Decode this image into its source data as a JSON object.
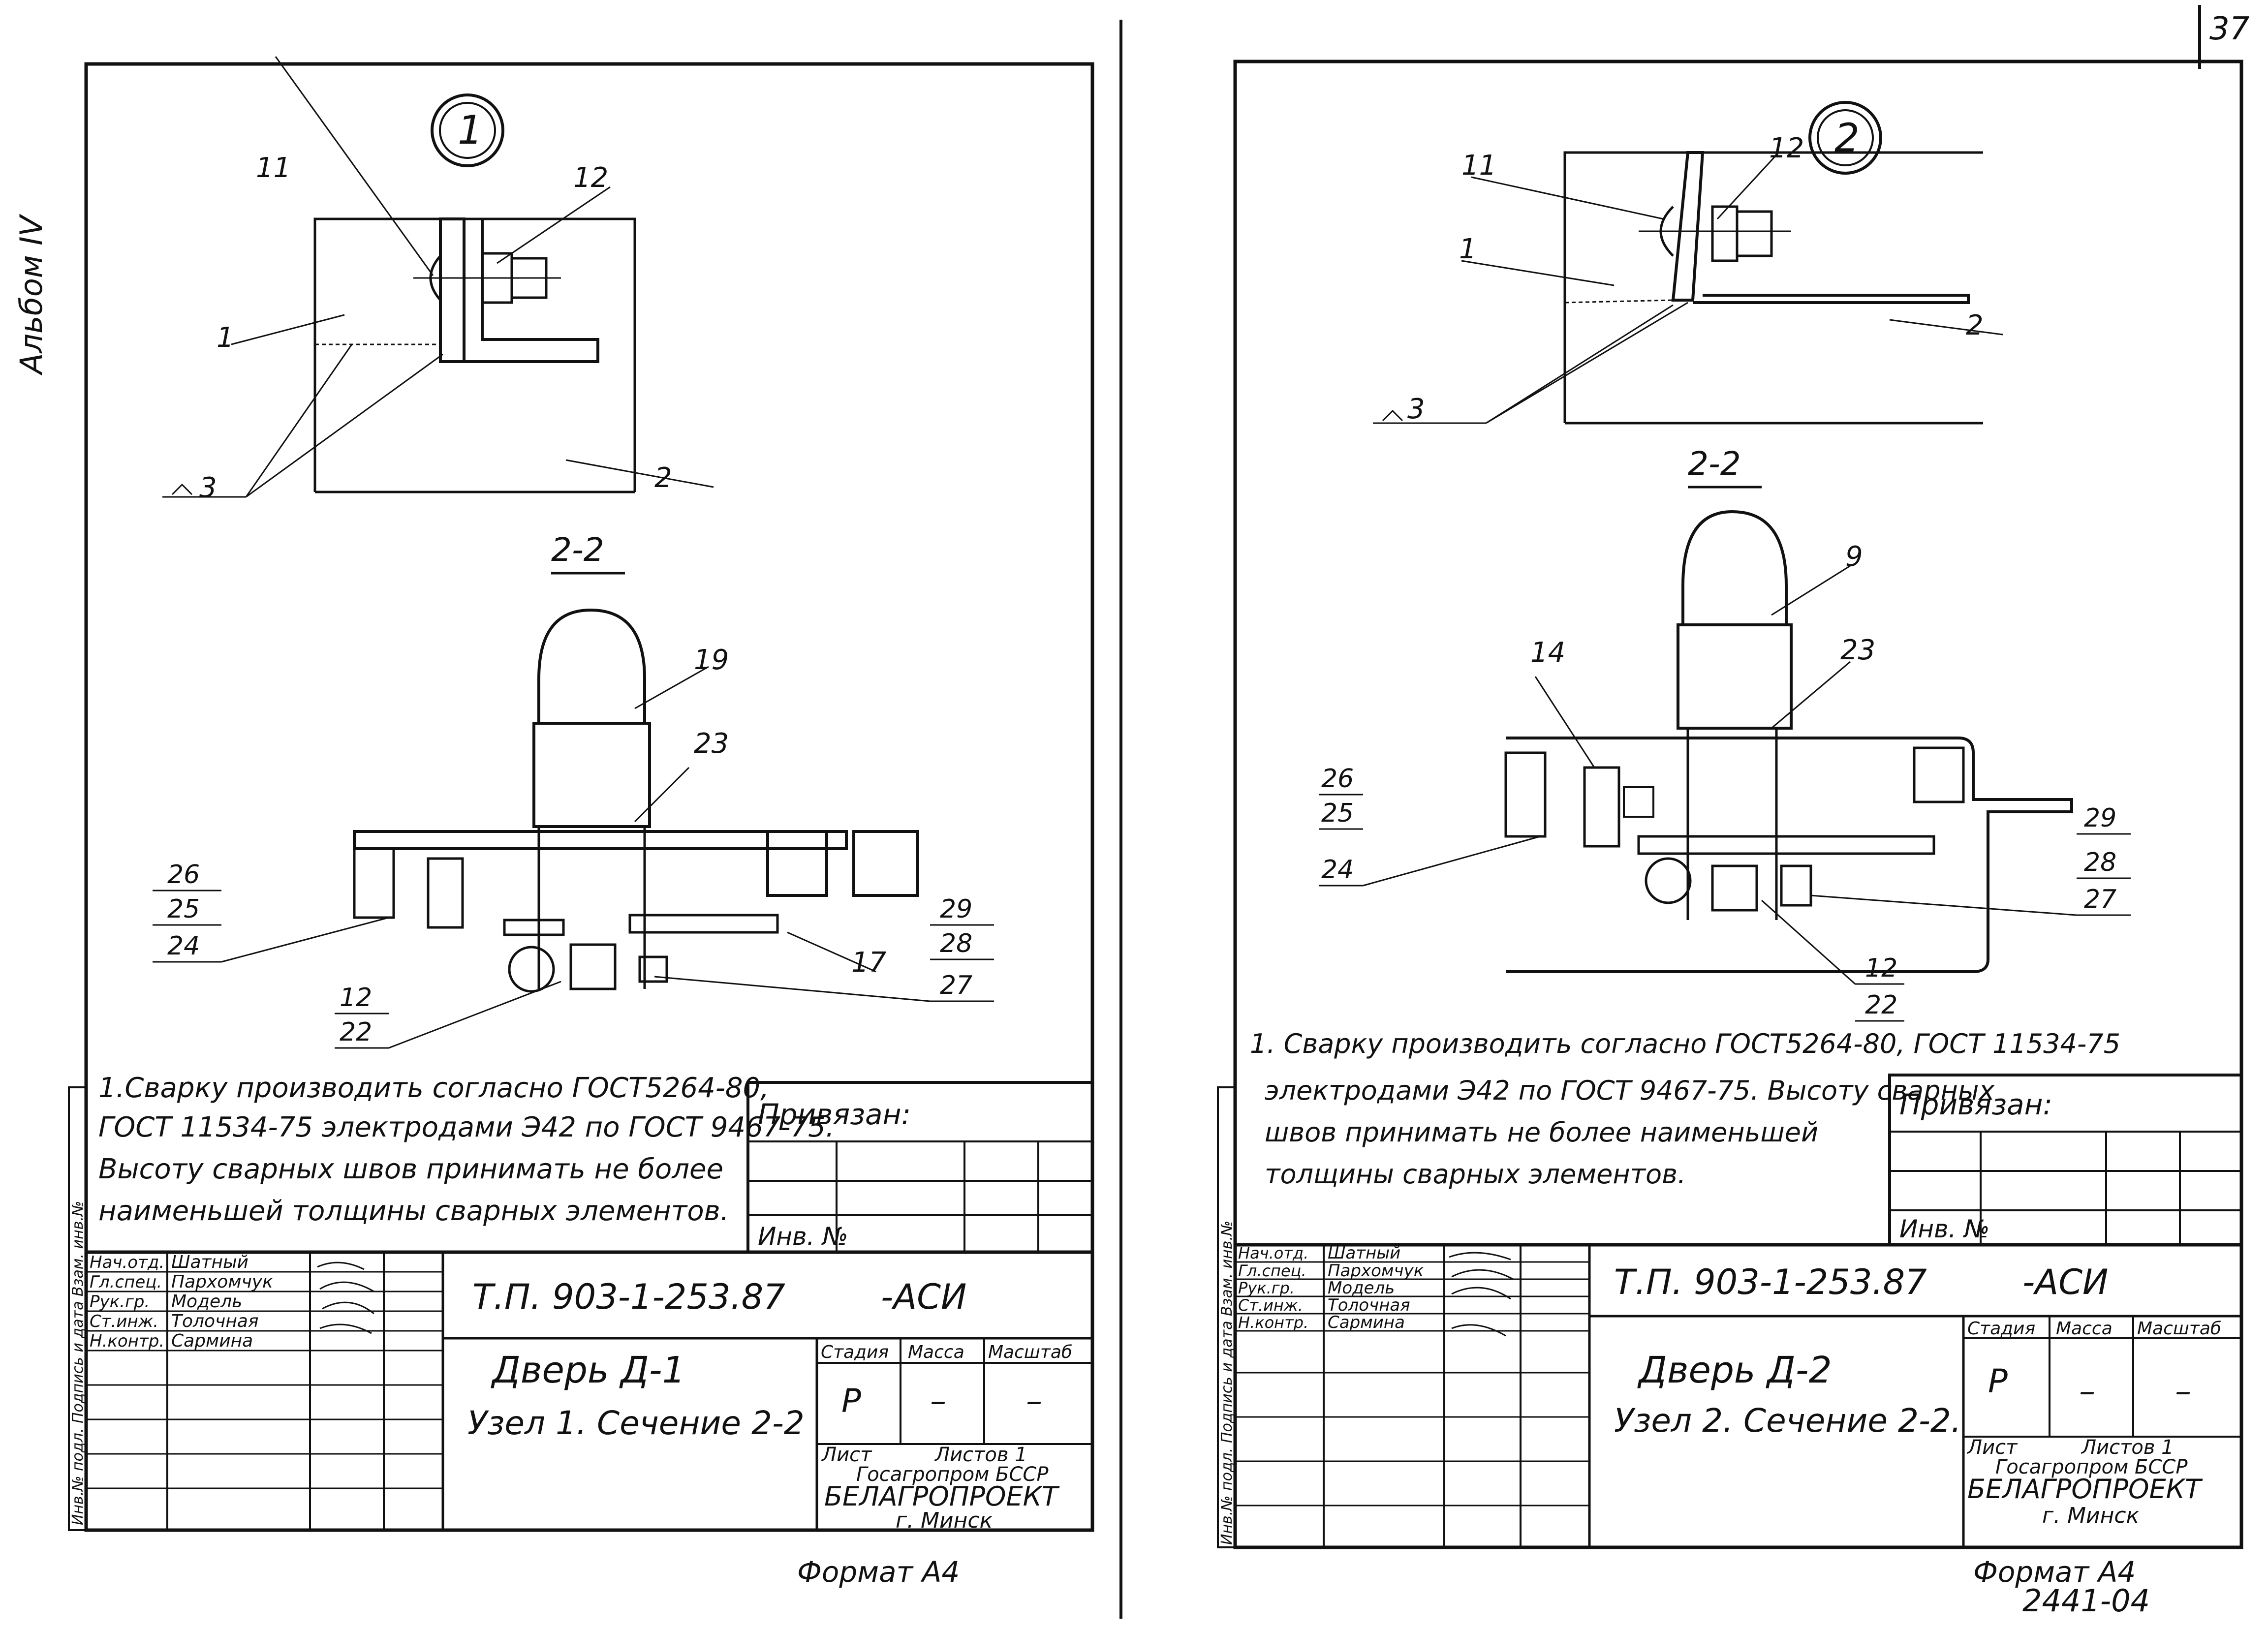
{
  "page_number": "37",
  "album_label": "Альбом IV",
  "bottom_code": "2441-04",
  "sheets": [
    {
      "node_number": "1",
      "section_label": "2-2",
      "top_callouts": [
        "11",
        "12",
        "1",
        "2"
      ],
      "weld_mark": "3",
      "section_callouts": [
        "19",
        "23",
        "17"
      ],
      "left_stack": [
        "26",
        "25",
        "24"
      ],
      "right_stack": [
        "29",
        "28",
        "27"
      ],
      "bottom_stack": [
        "12",
        "22"
      ],
      "notes": [
        "1.Сварку производить согласно ГОСТ5264-80,",
        "ГОСТ 11534-75 электродами Э42 по ГОСТ 9467-75.",
        "Высоту сварных швов принимать не более",
        "наименьшей толщины сварных элементов."
      ],
      "privyazan": "Привязан:",
      "inv_no": "Инв. №",
      "side_stamp": "Инв.№ подл. Подпись и дата Взам. инв.№",
      "roles": [
        "Нач.отд.",
        "Гл.спец.",
        "Рук.гр.",
        "Ст.инж.",
        "Н.контр."
      ],
      "names": [
        "Шатный",
        "Пархомчук",
        "Модель",
        "Толочная",
        "Сармина"
      ],
      "doc_code": "Т.П. 903-1-253.87",
      "doc_suffix": "-АСИ",
      "title_line1": "Дверь Д-1",
      "title_line2": "Узел 1. Сечение 2-2",
      "col_stage": "Стадия",
      "col_mass": "Масса",
      "col_scale": "Масштаб",
      "stage_value": "Р",
      "mass_value": "–",
      "scale_value": "–",
      "sheet_label": "Лист",
      "sheets_label": "Листов 1",
      "org_line1": "Госагропром БССР",
      "org_line2": "БЕЛАГРОПРОЕКТ",
      "org_line3": "г. Минск",
      "format_label": "Формат А4"
    },
    {
      "node_number": "2",
      "section_label": "2-2",
      "top_callouts": [
        "11",
        "12",
        "1",
        "2"
      ],
      "weld_mark": "3",
      "section_callouts": [
        "9",
        "14",
        "23"
      ],
      "left_stack": [
        "26",
        "25",
        "24"
      ],
      "right_stack": [
        "29",
        "28",
        "27"
      ],
      "bottom_stack": [
        "12",
        "22"
      ],
      "notes": [
        "1. Сварку производить согласно ГОСТ5264-80, ГОСТ 11534-75",
        "электродами Э42 по ГОСТ 9467-75. Высоту сварных",
        "швов принимать не более наименьшей",
        "толщины сварных элементов."
      ],
      "privyazan": "Привязан:",
      "inv_no": "Инв. №",
      "side_stamp": "Инв.№ подл. Подпись и дата Взам. инв.№",
      "roles": [
        "Нач.отд.",
        "Гл.спец.",
        "Рук.гр.",
        "Ст.инж.",
        "Н.контр."
      ],
      "names": [
        "Шатный",
        "Пархомчук",
        "Модель",
        "Толочная",
        "Сармина"
      ],
      "doc_code": "Т.П. 903-1-253.87",
      "doc_suffix": "-АСИ",
      "title_line1": "Дверь Д-2",
      "title_line2": "Узел 2. Сечение 2-2.",
      "col_stage": "Стадия",
      "col_mass": "Масса",
      "col_scale": "Масштаб",
      "stage_value": "Р",
      "mass_value": "–",
      "scale_value": "–",
      "sheet_label": "Лист",
      "sheets_label": "Листов 1",
      "org_line1": "Госагропром БССР",
      "org_line2": "БЕЛАГРОПРОЕКТ",
      "org_line3": "г. Минск",
      "format_label": "Формат А4"
    }
  ]
}
